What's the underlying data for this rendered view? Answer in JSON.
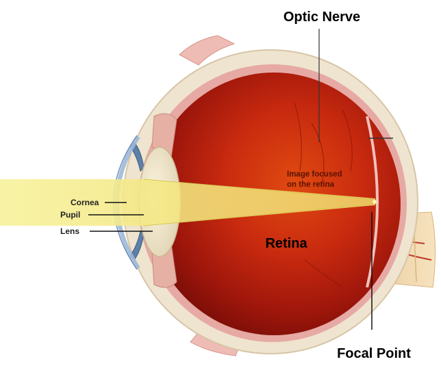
{
  "labels": {
    "optic_nerve": "Optic Nerve",
    "image_focused_line1": "Image focused",
    "image_focused_line2": "on the retina",
    "cornea": "Cornea",
    "pupil": "Pupil",
    "lens": "Lens",
    "retina": "Retina",
    "focal_point": "Focal Point"
  },
  "colors": {
    "light_beam": "#f4ec8c",
    "retina_red": "#b8200f",
    "sclera": "#efe4cf",
    "choroid_pink": "#e6a9a4",
    "optic_nerve_tan": "#f0d7a8"
  }
}
